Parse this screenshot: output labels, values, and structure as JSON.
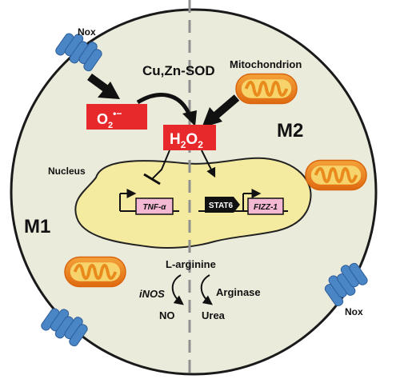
{
  "labels": {
    "nox_top": "Nox",
    "nox_bottom": "Nox",
    "sod": "Cu,Zn-SOD",
    "mitochondrion": "Mitochondrion",
    "superoxide": "O",
    "superoxide_sub": "2",
    "superoxide_sup": "•−",
    "h2o2_h": "H",
    "h2o2_sub1": "2",
    "h2o2_o": "O",
    "h2o2_sub2": "2",
    "nucleus": "Nucleus",
    "m1": "M1",
    "m2": "M2",
    "tnf": "TNF-α",
    "stat6": "STAT6",
    "fizz1": "FIZZ-1",
    "l_arginine": "L-arginine",
    "inos": "iNOS",
    "no": "NO",
    "arginase": "Arginase",
    "urea": "Urea"
  },
  "colors": {
    "cell_fill": "#ebebdc",
    "nucleus_fill": "#f5eba0",
    "box_red": "#e8292b",
    "gene_pink": "#f3b8d4",
    "receptor_blue": "#4a86c6",
    "mito_outer": "#f08a1e",
    "mito_inner": "#f7d36b"
  }
}
